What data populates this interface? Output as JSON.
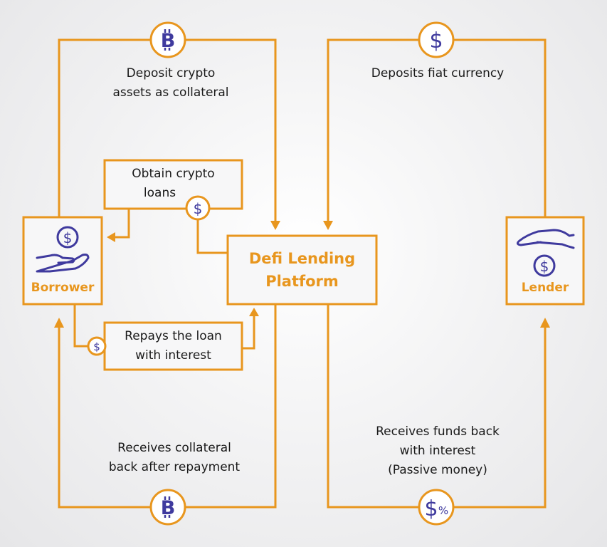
{
  "colors": {
    "accent": "#e8961e",
    "icon": "#3f3a9e",
    "text": "#1a1a1a"
  },
  "nodes": {
    "borrower": {
      "label": "Borrower",
      "icon": "hand-receiving-coin-icon"
    },
    "lender": {
      "label": "Lender",
      "icon": "hand-over-coin-icon"
    },
    "platform": {
      "line1": "Defi Lending",
      "line2": "Platform"
    }
  },
  "flows": {
    "deposit_crypto": {
      "line1": "Deposit crypto",
      "line2": "assets as collateral",
      "icon": "bitcoin-icon",
      "glyph": "B"
    },
    "deposit_fiat": {
      "line1": "Deposits fiat currency",
      "icon": "dollar-icon",
      "glyph": "$"
    },
    "obtain_loans": {
      "line1": "Obtain crypto",
      "line2": "loans",
      "icon": "dollar-icon",
      "glyph": "$"
    },
    "repay_loan": {
      "line1": "Repays the loan",
      "line2": "with interest",
      "icon": "dollar-icon",
      "glyph": "$"
    },
    "receive_collateral": {
      "line1": "Receives collateral",
      "line2": "back after repayment",
      "icon": "bitcoin-icon",
      "glyph": "B"
    },
    "receive_funds": {
      "line1": "Receives funds back",
      "line2": "with interest",
      "line3": "(Passive money)",
      "icon": "dollar-percent-icon",
      "glyph": "$",
      "glyph2": "%"
    }
  }
}
